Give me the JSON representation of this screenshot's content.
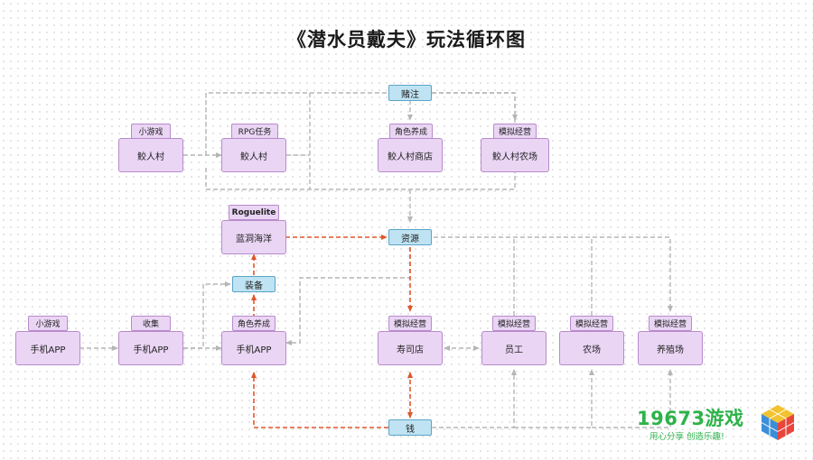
{
  "title": "《潜水员戴夫》玩法循环图",
  "hubs": {
    "bet": "赌注",
    "resources": "资源",
    "equipment": "装备",
    "money": "钱"
  },
  "nodes": {
    "shark_village_minigame": {
      "tag": "小游戏",
      "label": "鲛人村"
    },
    "shark_village_rpg": {
      "tag": "RPG任务",
      "label": "鲛人村"
    },
    "shark_village_shop": {
      "tag": "角色养成",
      "label": "鲛人村商店"
    },
    "shark_village_farm": {
      "tag": "模拟经营",
      "label": "鲛人村农场"
    },
    "blue_hole": {
      "tag": "Roguelite",
      "label": "蓝洞海洋"
    },
    "phone_app_minigame": {
      "tag": "小游戏",
      "label": "手机APP"
    },
    "phone_app_collect": {
      "tag": "收集",
      "label": "手机APP"
    },
    "phone_app_character": {
      "tag": "角色养成",
      "label": "手机APP"
    },
    "sushi_restaurant": {
      "tag": "模拟经营",
      "label": "寿司店"
    },
    "staff": {
      "tag": "模拟经营",
      "label": "员工"
    },
    "farm": {
      "tag": "模拟经营",
      "label": "农场"
    },
    "fishery": {
      "tag": "模拟经营",
      "label": "养殖场"
    }
  },
  "colors": {
    "node_fill": "#ead5f4",
    "node_border": "#b88bcb",
    "hub_fill": "#bfe3f2",
    "hub_border": "#5aa4c8",
    "main_flow": "#e0562b",
    "secondary_flow": "#b5b5b5",
    "brand": "#2db34a"
  },
  "logo": {
    "main": "19673游戏",
    "slogan": "用心分享 创造乐趣!"
  }
}
